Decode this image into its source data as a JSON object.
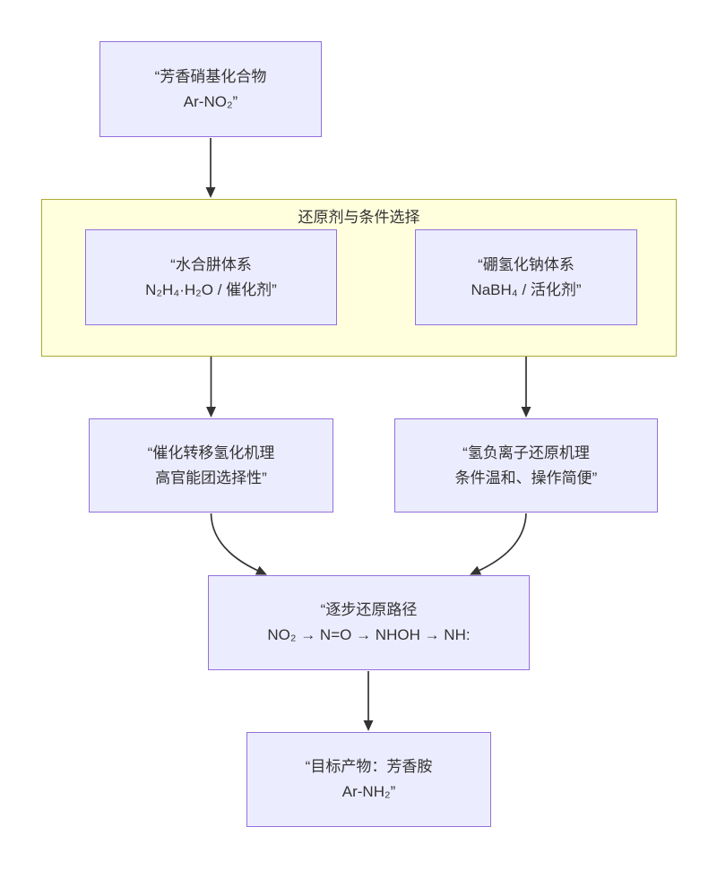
{
  "cluster": {
    "label": "还原剂与条件选择"
  },
  "nodes": {
    "start": {
      "line1": "“芳香硝基化合物",
      "line2": "Ar-NO₂”"
    },
    "hydrazine": {
      "line1": "“水合肼体系",
      "line2": "N₂H₄·H₂O / 催化剂”"
    },
    "borohydride": {
      "line1": "“硼氢化钠体系",
      "line2": "NaBH₄ / 活化剂”"
    },
    "cth": {
      "line1": "“催化转移氢化机理",
      "line2": "高官能团选择性”"
    },
    "hydride": {
      "line1": "“氢负离子还原机理",
      "line2": "条件温和、操作简便”"
    },
    "pathway": {
      "line1": "“逐步还原路径",
      "line2": "NO₂ → N=O → NHOH → NH:"
    },
    "product": {
      "line1": "“目标产物：芳香胺",
      "line2": "Ar-NH₂”"
    }
  },
  "colors": {
    "node_fill": "#ECECFF",
    "node_border": "#9370DB",
    "cluster_fill": "#ffffde",
    "cluster_border": "#aaaa33",
    "edge": "#333333",
    "text": "#333333"
  }
}
